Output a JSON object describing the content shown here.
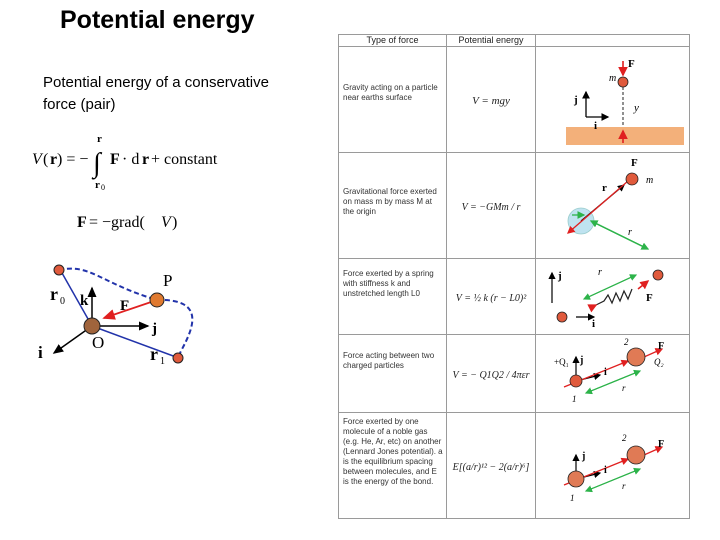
{
  "slide": {
    "title": "Potential energy",
    "subtitle": "Potential energy of a conservative force (pair)"
  },
  "formulas": {
    "potential": "V(r) = −∫ F · dr + constant",
    "force": "F = −grad(V)"
  },
  "diagram_labels": {
    "r0": "r",
    "r0_sub": "0",
    "r1": "r",
    "r1_sub": "1",
    "P": "P",
    "F": "F",
    "k": "k",
    "j": "j",
    "i": "i",
    "O": "O"
  },
  "table": {
    "headers": [
      "Type of force",
      "Potential energy"
    ],
    "rows": [
      {
        "description": "Gravity acting on a particle near earths surface",
        "potential": "V = mgy",
        "fig_labels": {
          "m": "m",
          "F": "F",
          "j": "j",
          "i": "i",
          "y": "y"
        }
      },
      {
        "description": "Gravitational force exerted on mass m by mass M at the origin",
        "potential": "V = −GMm / r",
        "fig_labels": {
          "F": "F",
          "r_bold": "r",
          "m": "m",
          "r": "r"
        }
      },
      {
        "description": "Force exerted by a spring with stiffness k and unstretched length L0",
        "potential": "V = ½ k (r − L0)²",
        "fig_labels": {
          "j": "j",
          "r": "r",
          "F": "F",
          "i": "i"
        }
      },
      {
        "description": "Force acting between two charged particles",
        "potential": "V = − Q1Q2 / 4πεr",
        "fig_labels": {
          "two": "2",
          "F": "F",
          "Q1": "+Q₁",
          "Q2": "Q₂",
          "j": "j",
          "i": "i",
          "r": "r",
          "one": "1"
        }
      },
      {
        "description": "Force exerted by one molecule of a noble gas (e.g. He, Ar, etc) on another (Lennard Jones potential). a is the equilibrium spacing between molecules, and E is the energy of the bond.",
        "potential": "E[(a/r)¹² − 2(a/r)⁶]",
        "fig_labels": {
          "two": "2",
          "F": "F",
          "j": "j",
          "i": "i",
          "r": "r",
          "one": "1"
        }
      }
    ]
  },
  "colors": {
    "particle": "#e05a3c",
    "origin_particle": "#a0643c",
    "dashed_path": "#2233aa",
    "green": "#2db34a",
    "red": "#e02020",
    "ground": "#f3b07a"
  }
}
